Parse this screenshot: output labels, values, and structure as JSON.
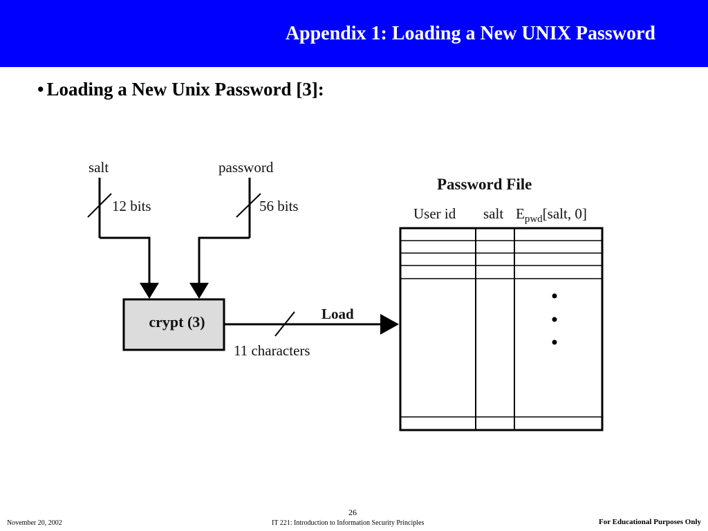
{
  "slide": {
    "title": "Appendix 1: Loading a New UNIX Password",
    "bullet_marker": "•",
    "bullet": "Loading a New Unix Password [3]:"
  },
  "diagram": {
    "salt_label": "salt",
    "salt_bits": "12 bits",
    "password_label": "password",
    "password_bits": "56 bits",
    "crypt_label": "crypt (3)",
    "load_label": "Load",
    "output_chars": "11 characters",
    "file_title": "Password File",
    "col_userid": "User id",
    "col_salt": "salt",
    "col_epwd_main": "E",
    "col_epwd_sub": "pwd",
    "col_epwd_args": "[salt, 0]"
  },
  "footer": {
    "date": "November 20,  2002",
    "course": "IT 221: Introduction to Information Security Principles",
    "page": "26",
    "note": "For Educational Purposes Only"
  },
  "colors": {
    "header_bg": "#0000ff",
    "header_text": "#ffffff",
    "crypt_box_fill": "#dcdcdc"
  }
}
